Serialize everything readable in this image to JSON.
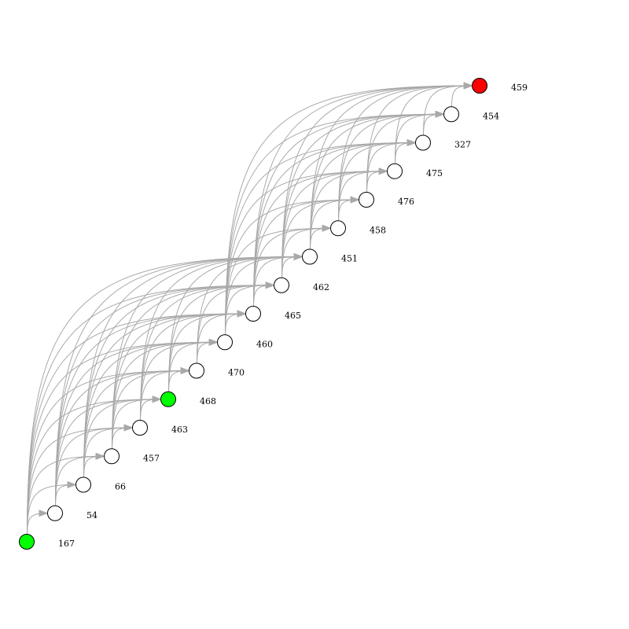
{
  "graph": {
    "type": "directed-graph",
    "layout": "diagonal-chain",
    "colors": {
      "edge": "#a9a9a9",
      "node_default": "#ffffff",
      "node_start": "#00ff00",
      "node_end": "#ff0000",
      "node_stroke": "#000000"
    },
    "nodes": [
      {
        "id": "167",
        "label": "167",
        "status": "start"
      },
      {
        "id": "54",
        "label": "54",
        "status": "default"
      },
      {
        "id": "66",
        "label": "66",
        "status": "default"
      },
      {
        "id": "457",
        "label": "457",
        "status": "default"
      },
      {
        "id": "463",
        "label": "463",
        "status": "default"
      },
      {
        "id": "468",
        "label": "468",
        "status": "start"
      },
      {
        "id": "470",
        "label": "470",
        "status": "default"
      },
      {
        "id": "460",
        "label": "460",
        "status": "default"
      },
      {
        "id": "465",
        "label": "465",
        "status": "default"
      },
      {
        "id": "462",
        "label": "462",
        "status": "default"
      },
      {
        "id": "451",
        "label": "451",
        "status": "default"
      },
      {
        "id": "458",
        "label": "458",
        "status": "default"
      },
      {
        "id": "476",
        "label": "476",
        "status": "default"
      },
      {
        "id": "475",
        "label": "475",
        "status": "default"
      },
      {
        "id": "327",
        "label": "327",
        "status": "default"
      },
      {
        "id": "454",
        "label": "454",
        "status": "default"
      },
      {
        "id": "459",
        "label": "459",
        "status": "end"
      }
    ],
    "edges": [
      [
        "167",
        "54"
      ],
      [
        "167",
        "66"
      ],
      [
        "167",
        "457"
      ],
      [
        "167",
        "463"
      ],
      [
        "167",
        "468"
      ],
      [
        "167",
        "470"
      ],
      [
        "167",
        "460"
      ],
      [
        "167",
        "465"
      ],
      [
        "167",
        "462"
      ],
      [
        "167",
        "451"
      ],
      [
        "54",
        "66"
      ],
      [
        "54",
        "457"
      ],
      [
        "54",
        "463"
      ],
      [
        "54",
        "468"
      ],
      [
        "54",
        "470"
      ],
      [
        "54",
        "460"
      ],
      [
        "54",
        "465"
      ],
      [
        "54",
        "462"
      ],
      [
        "54",
        "451"
      ],
      [
        "66",
        "457"
      ],
      [
        "66",
        "463"
      ],
      [
        "66",
        "468"
      ],
      [
        "66",
        "470"
      ],
      [
        "66",
        "460"
      ],
      [
        "66",
        "465"
      ],
      [
        "66",
        "462"
      ],
      [
        "66",
        "451"
      ],
      [
        "457",
        "463"
      ],
      [
        "457",
        "468"
      ],
      [
        "457",
        "470"
      ],
      [
        "457",
        "460"
      ],
      [
        "457",
        "465"
      ],
      [
        "457",
        "462"
      ],
      [
        "457",
        "451"
      ],
      [
        "463",
        "468"
      ],
      [
        "463",
        "470"
      ],
      [
        "463",
        "460"
      ],
      [
        "463",
        "465"
      ],
      [
        "463",
        "462"
      ],
      [
        "463",
        "451"
      ],
      [
        "468",
        "470"
      ],
      [
        "468",
        "460"
      ],
      [
        "468",
        "465"
      ],
      [
        "468",
        "462"
      ],
      [
        "468",
        "451"
      ],
      [
        "470",
        "460"
      ],
      [
        "470",
        "465"
      ],
      [
        "470",
        "462"
      ],
      [
        "470",
        "451"
      ],
      [
        "460",
        "465"
      ],
      [
        "460",
        "462"
      ],
      [
        "460",
        "451"
      ],
      [
        "465",
        "462"
      ],
      [
        "465",
        "451"
      ],
      [
        "462",
        "451"
      ],
      [
        "460",
        "458"
      ],
      [
        "460",
        "476"
      ],
      [
        "460",
        "475"
      ],
      [
        "460",
        "327"
      ],
      [
        "460",
        "454"
      ],
      [
        "460",
        "459"
      ],
      [
        "465",
        "458"
      ],
      [
        "465",
        "476"
      ],
      [
        "465",
        "475"
      ],
      [
        "465",
        "327"
      ],
      [
        "465",
        "454"
      ],
      [
        "465",
        "459"
      ],
      [
        "462",
        "458"
      ],
      [
        "462",
        "476"
      ],
      [
        "462",
        "475"
      ],
      [
        "462",
        "327"
      ],
      [
        "462",
        "454"
      ],
      [
        "462",
        "459"
      ],
      [
        "451",
        "458"
      ],
      [
        "451",
        "476"
      ],
      [
        "451",
        "475"
      ],
      [
        "451",
        "327"
      ],
      [
        "451",
        "454"
      ],
      [
        "451",
        "459"
      ],
      [
        "458",
        "476"
      ],
      [
        "458",
        "475"
      ],
      [
        "458",
        "327"
      ],
      [
        "458",
        "454"
      ],
      [
        "458",
        "459"
      ],
      [
        "476",
        "475"
      ],
      [
        "476",
        "327"
      ],
      [
        "476",
        "454"
      ],
      [
        "476",
        "459"
      ],
      [
        "475",
        "327"
      ],
      [
        "475",
        "454"
      ],
      [
        "475",
        "459"
      ],
      [
        "327",
        "454"
      ],
      [
        "327",
        "459"
      ],
      [
        "454",
        "459"
      ]
    ]
  }
}
